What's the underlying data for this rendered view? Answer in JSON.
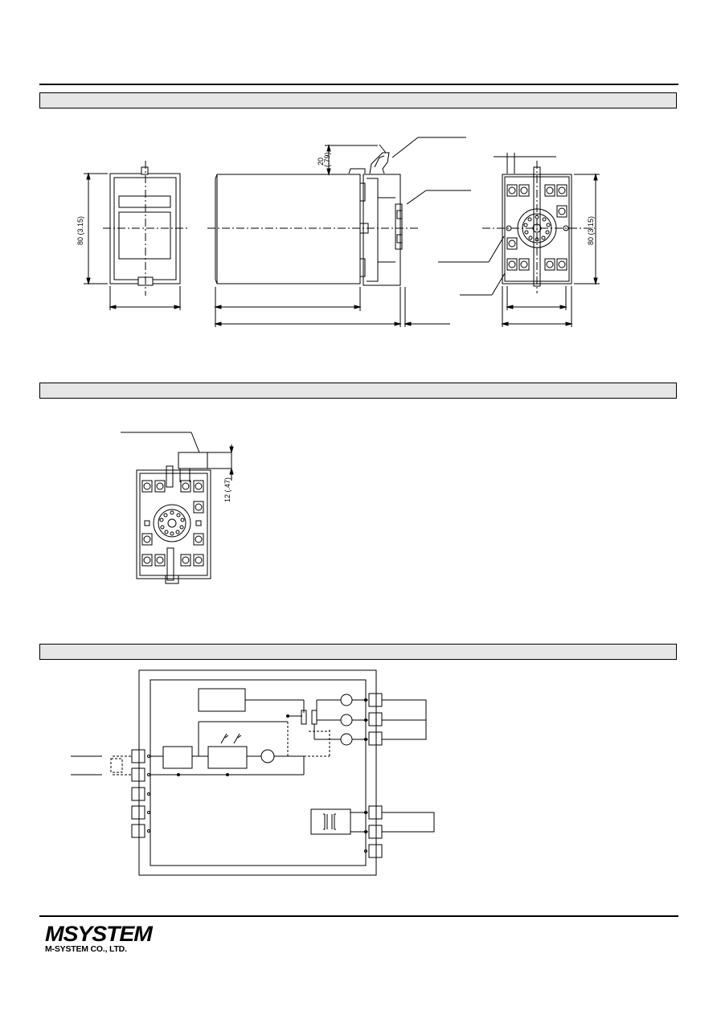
{
  "dimensions": {
    "front_height": "80 (3.15)",
    "lever_clearance": "20",
    "lever_clearance_in": "(.79)",
    "socket_height": "80 (3.15)",
    "wiring_clearance": "12 (.47)"
  },
  "footer": {
    "brand": "MSYSTEM",
    "company": "M-SYSTEM CO., LTD."
  }
}
